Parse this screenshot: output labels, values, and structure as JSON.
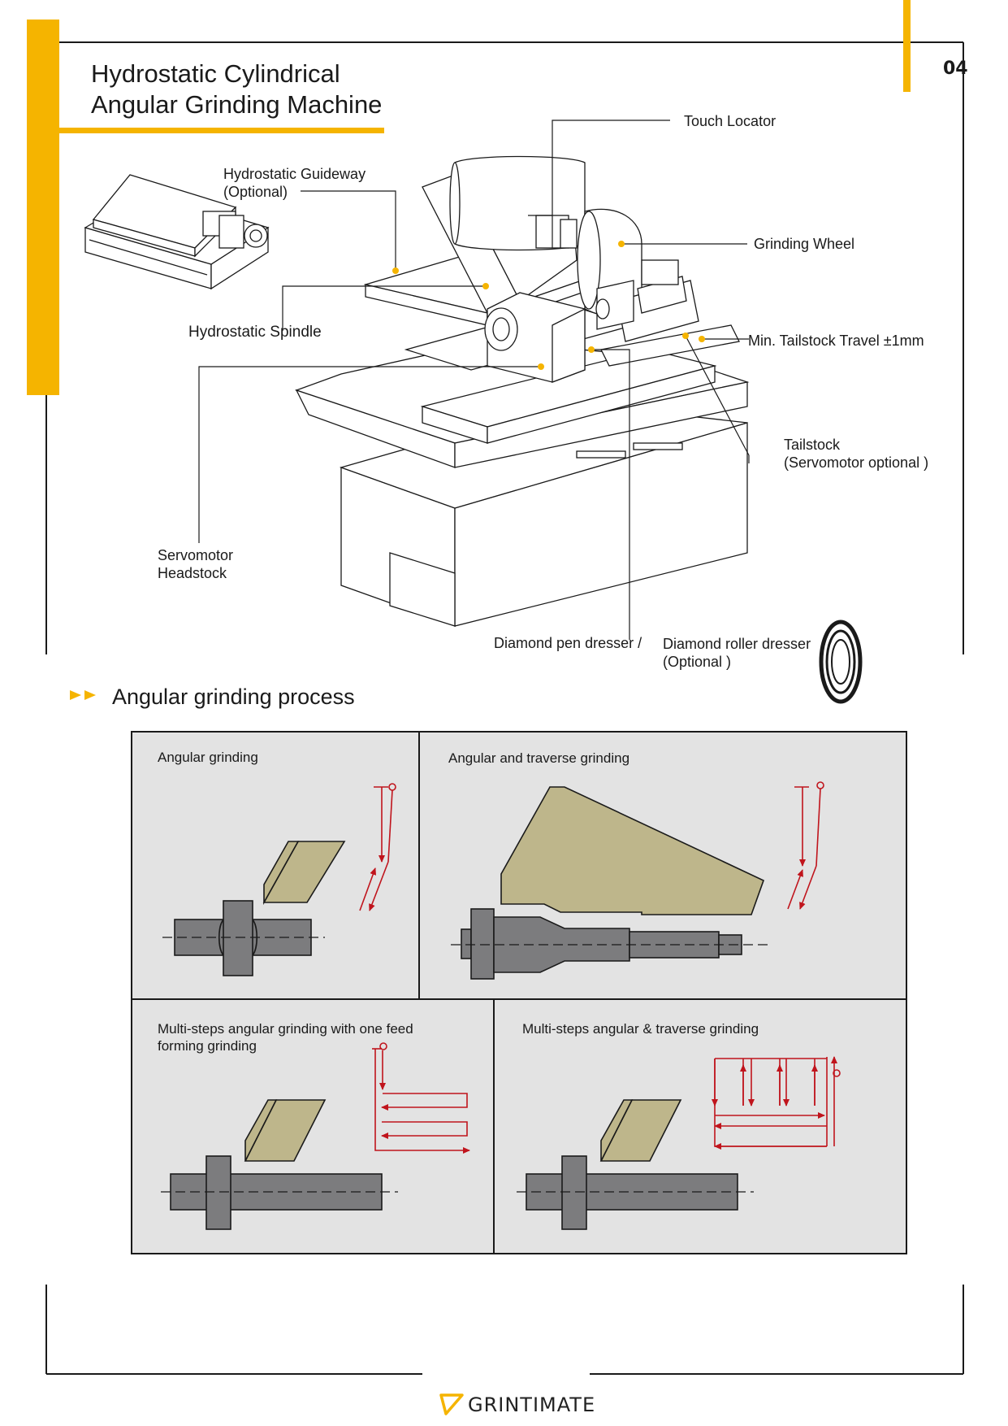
{
  "page": {
    "title_line1": "Hydrostatic Cylindrical",
    "title_line2": "Angular Grinding Machine",
    "page_number": "04",
    "accent_color": "#f5b400",
    "brand": "GRINTIMATE"
  },
  "callouts": {
    "touch_locator": "Touch Locator",
    "guideway_line1": "Hydrostatic Guideway",
    "guideway_line2": "(Optional)",
    "grinding_wheel": "Grinding Wheel",
    "spindle": "Hydrostatic Spindle",
    "tailstock_travel": "Min. Tailstock Travel ±1mm",
    "tailstock_line1": "Tailstock",
    "tailstock_line2": "(Servomotor optional )",
    "headstock_line1": "Servomotor",
    "headstock_line2": "Headstock",
    "pen_dresser": "Diamond pen dresser /",
    "roller_dresser_line1": "Diamond roller dresser",
    "roller_dresser_line2": "(Optional )"
  },
  "process": {
    "heading": "Angular grinding process",
    "panels": [
      {
        "title": "Angular grinding"
      },
      {
        "title": "Angular and traverse grinding"
      },
      {
        "title_line1": "Multi-steps angular grinding with one feed",
        "title_line2": "forming grinding"
      },
      {
        "title": "Multi-steps angular & traverse grinding"
      }
    ]
  }
}
